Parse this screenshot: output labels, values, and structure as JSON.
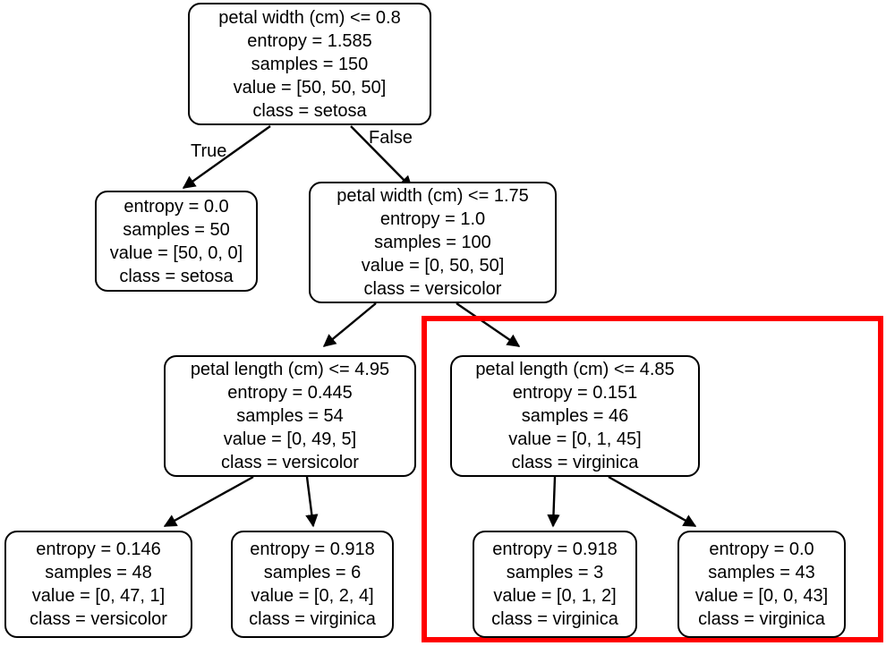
{
  "diagram": {
    "title": "Iris decision tree",
    "type": "decision-tree",
    "background_color": "#ffffff",
    "node_border_color": "#000000",
    "edge_color": "#000000",
    "highlight_color": "#FF0000"
  },
  "edge_labels": {
    "true": "True",
    "false": "False"
  },
  "highlight": {
    "label": "virginica-subtree-highlight",
    "color": "#FF0000",
    "border_width": 6
  },
  "nodes": {
    "root": {
      "id": "root",
      "kind": "decision",
      "condition": "petal width (cm) <= 0.8",
      "entropy": "entropy = 1.585",
      "samples": "samples = 150",
      "value": "value = [50, 50, 50]",
      "class": "class = setosa"
    },
    "n_setosa_leaf": {
      "id": "n_setosa_leaf",
      "kind": "leaf",
      "entropy": "entropy = 0.0",
      "samples": "samples = 50",
      "value": "value = [50, 0, 0]",
      "class": "class = setosa"
    },
    "n_pw_175": {
      "id": "n_pw_175",
      "kind": "decision",
      "condition": "petal width (cm) <= 1.75",
      "entropy": "entropy = 1.0",
      "samples": "samples = 100",
      "value": "value = [0, 50, 50]",
      "class": "class = versicolor"
    },
    "n_pl_495": {
      "id": "n_pl_495",
      "kind": "decision",
      "condition": "petal length (cm) <= 4.95",
      "entropy": "entropy = 0.445",
      "samples": "samples = 54",
      "value": "value = [0, 49, 5]",
      "class": "class = versicolor"
    },
    "n_pl_485": {
      "id": "n_pl_485",
      "kind": "decision",
      "condition": "petal length (cm) <= 4.85",
      "entropy": "entropy = 0.151",
      "samples": "samples = 46",
      "value": "value = [0, 1, 45]",
      "class": "class = virginica"
    },
    "leaf_1": {
      "id": "leaf_1",
      "kind": "leaf",
      "entropy": "entropy = 0.146",
      "samples": "samples = 48",
      "value": "value = [0, 47, 1]",
      "class": "class = versicolor"
    },
    "leaf_2": {
      "id": "leaf_2",
      "kind": "leaf",
      "entropy": "entropy = 0.918",
      "samples": "samples = 6",
      "value": "value = [0, 2, 4]",
      "class": "class = virginica"
    },
    "leaf_3": {
      "id": "leaf_3",
      "kind": "leaf",
      "entropy": "entropy = 0.918",
      "samples": "samples = 3",
      "value": "value = [0, 1, 2]",
      "class": "class = virginica"
    },
    "leaf_4": {
      "id": "leaf_4",
      "kind": "leaf",
      "entropy": "entropy = 0.0",
      "samples": "samples = 43",
      "value": "value = [0, 0, 43]",
      "class": "class = virginica"
    }
  }
}
